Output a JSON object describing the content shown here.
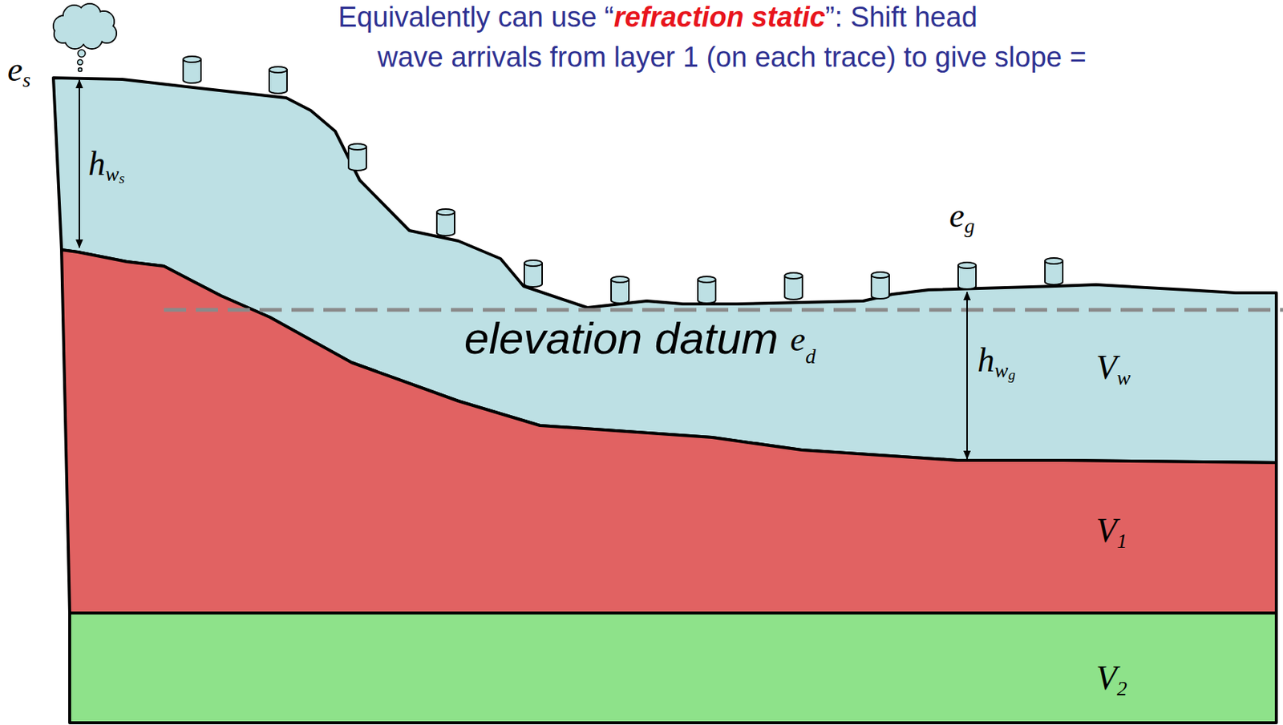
{
  "diagram": {
    "nodes": [
      {
        "text": [
          "V",
          "w"
        ]
      },
      {
        "text": [
          "V",
          "1"
        ]
      },
      {
        "text": [
          "V",
          "2"
        ]
      }
    ],
    "labels": [
      "Equivalently can use “",
      "refraction static",
      "”: Shift head",
      "wave arrivals from layer 1 (on each trace) to give slope =",
      "e",
      "s",
      "h",
      "w",
      "s",
      "e",
      "g",
      "h",
      "w",
      "g",
      "elevation datum",
      "e",
      "d"
    ]
  }
}
